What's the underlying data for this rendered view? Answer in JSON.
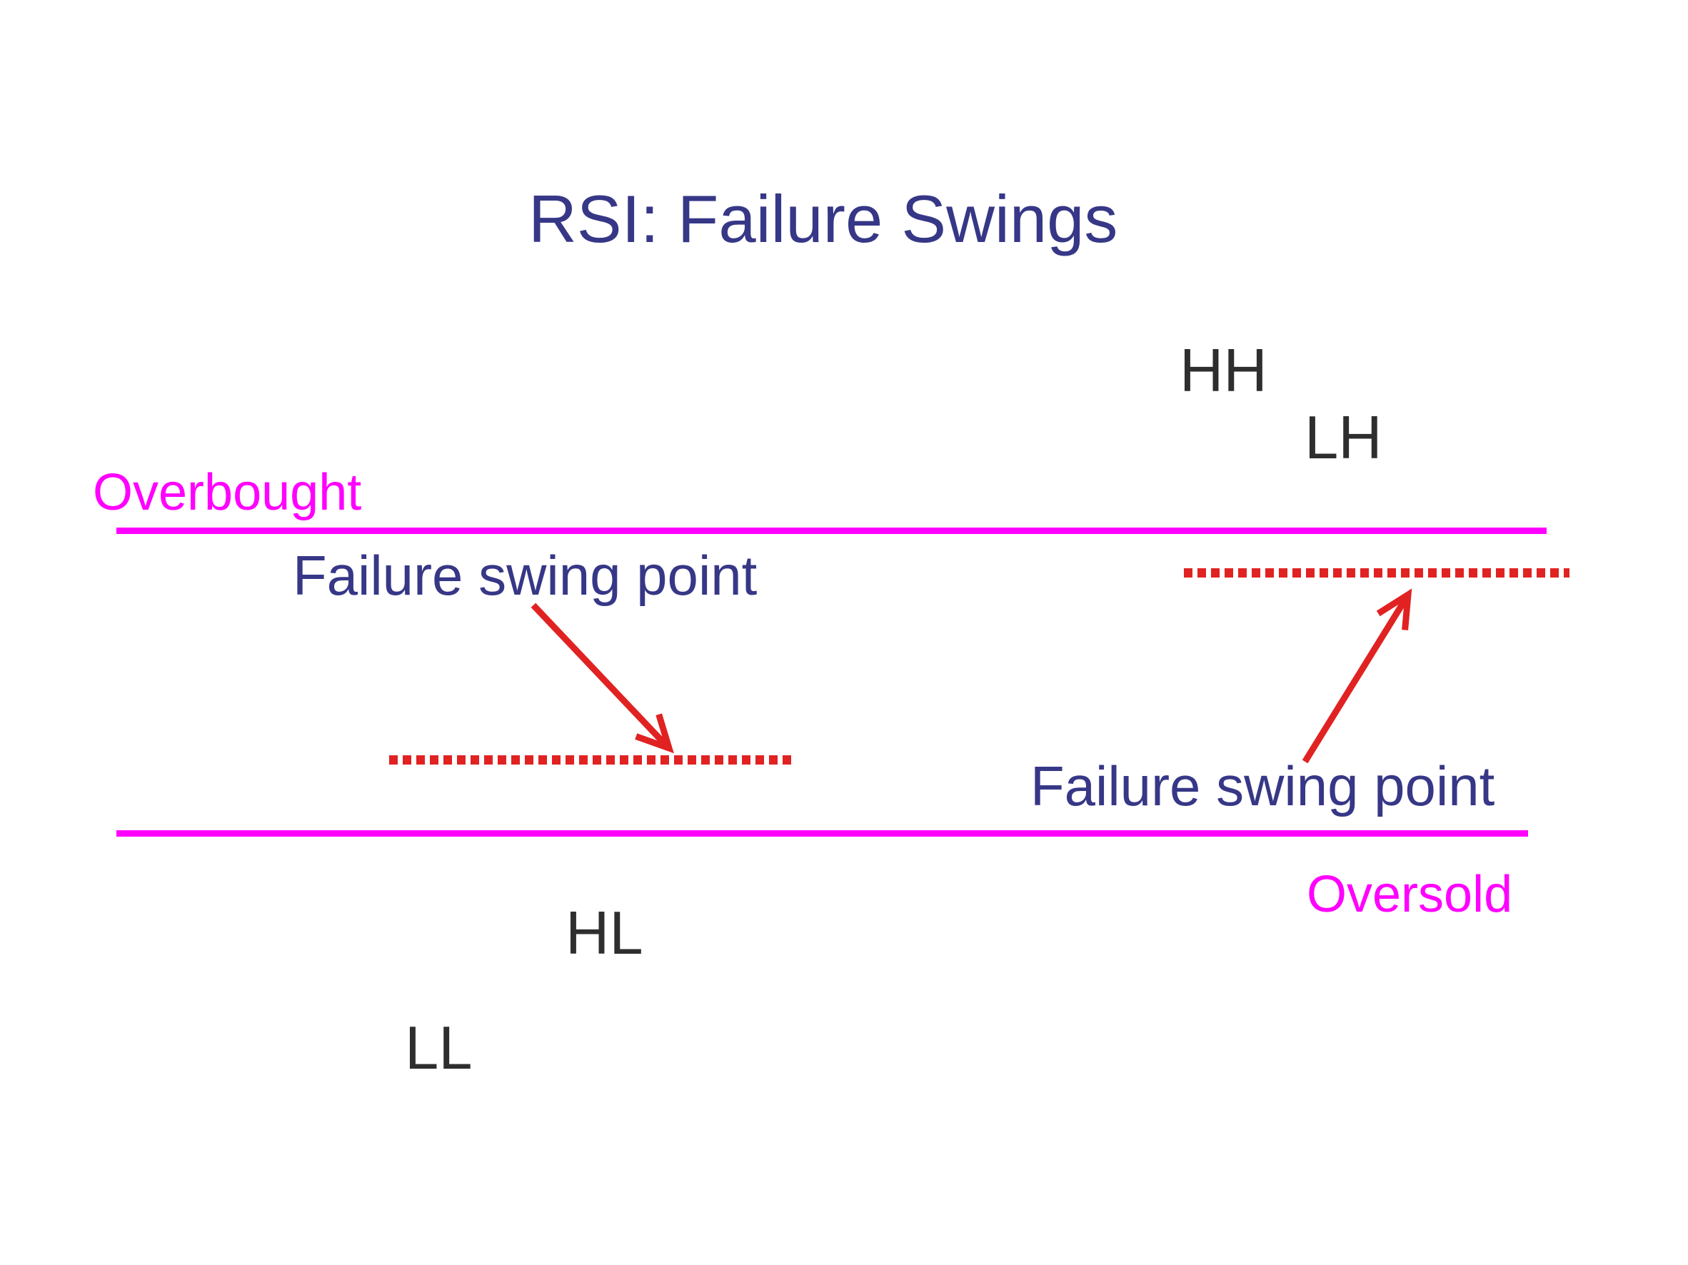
{
  "slide": {
    "title": "RSI: Failure Swings",
    "overbought_label": "Overbought",
    "oversold_label": "Oversold",
    "swing_labels": {
      "hh": "HH",
      "lh": "LH",
      "hl": "HL",
      "ll": "LL"
    },
    "annotations": {
      "top_failure_swing": "Failure swing point",
      "bottom_failure_swing": "Failure swing point"
    },
    "colors": {
      "title_text": "#373787",
      "annotation_text": "#373787",
      "swing_label_text": "#2E2E2E",
      "threshold_line": "#FF00FF",
      "signal_red": "#E12222",
      "background": "#FFFFFF"
    }
  }
}
